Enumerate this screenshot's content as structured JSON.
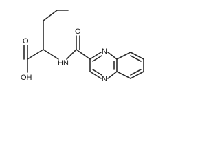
{
  "molecule": {
    "atoms": {
      "oxygen_hydroxyl": "OH",
      "oxygen_carbonyl_acid": "O",
      "oxygen_carbonyl_amide": "O",
      "nitrogen_amide": "HN",
      "nitrogen_ring_top": "N",
      "nitrogen_ring_bottom": "N"
    }
  }
}
